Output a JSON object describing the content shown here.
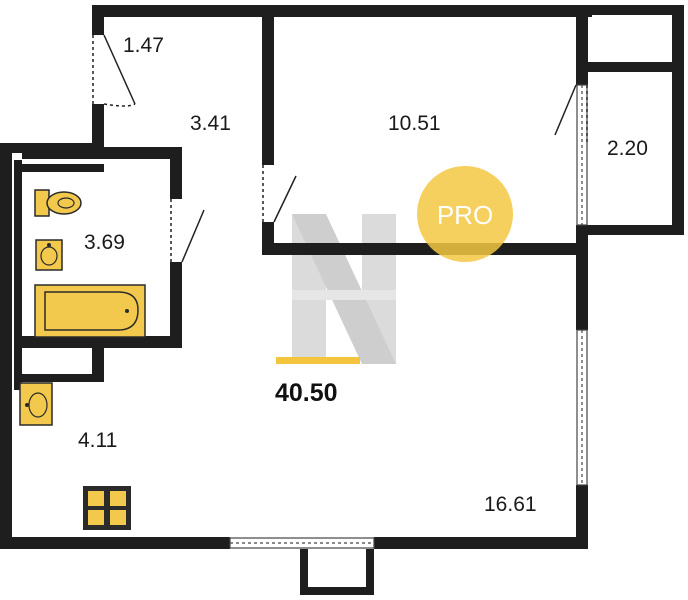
{
  "plan": {
    "total_area": "40.50",
    "rooms": [
      {
        "id": "closet",
        "area": "1.47"
      },
      {
        "id": "hall",
        "area": "3.41"
      },
      {
        "id": "bedroom",
        "area": "10.51"
      },
      {
        "id": "balcony",
        "area": "2.20"
      },
      {
        "id": "bathroom",
        "area": "3.69"
      },
      {
        "id": "kitchen",
        "area": "4.11"
      },
      {
        "id": "living",
        "area": "16.61"
      }
    ],
    "badge": "PRO"
  },
  "colors": {
    "wall": "#1e1e1e",
    "fixture_fill": "#f2c94c",
    "fixture_stroke": "#2b2b2b",
    "badge_fill": "#f5c842",
    "accent_bar": "#f3c53d",
    "watermark": "#b9b9b9"
  },
  "icons": [
    "door-swing-icon",
    "toilet-icon",
    "sink-icon",
    "bathtub-icon",
    "stove-icon",
    "watermark-logo-icon"
  ]
}
